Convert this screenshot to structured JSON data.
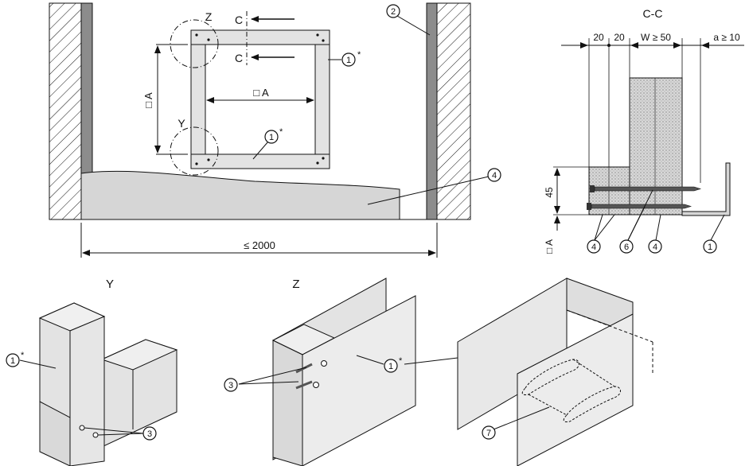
{
  "labels": {
    "z": "Z",
    "y": "Y",
    "c_top": "C",
    "c_bottom": "C",
    "section_title": "C-C",
    "dim_a_horizontal": "□ A",
    "dim_a_vertical": "□ A",
    "dim_a_section": "□ A",
    "dim_2000": "≤ 2000",
    "dim_20a": "20",
    "dim_20b": "20",
    "dim_w": "W ≥ 50",
    "dim_a10": "a ≥ 10",
    "dim_45": "45",
    "detail_y": "Y",
    "detail_z": "Z"
  },
  "callouts": {
    "c1star_top": "1",
    "c1star_mid": "1",
    "c2": "2",
    "c4_main": "4",
    "c4_sec_left": "4",
    "c6": "6",
    "c4_sec_right": "4",
    "c1_sec": "1",
    "c1star_y": "1",
    "c3_y": "3",
    "c3_z": "3",
    "c1star_z": "1",
    "c7": "7"
  },
  "star": "*",
  "colors": {
    "line": "#111111",
    "fill_grey": "#d6d6d6",
    "panel_grey": "#e3e3e3",
    "dark_grey": "#8c8c8c",
    "dot_fill": "#c8c8c8"
  }
}
